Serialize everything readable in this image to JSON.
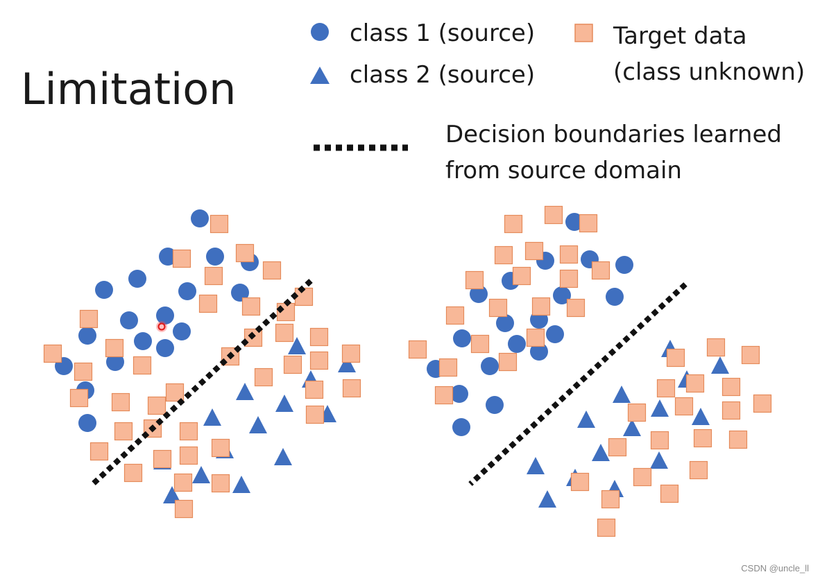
{
  "title": "Limitation",
  "legend": {
    "class1": "class 1 (source)",
    "class2": "class 2 (source)",
    "target_line1": "Target data",
    "target_line2": "(class unknown)",
    "boundary_line1": "Decision boundaries learned",
    "boundary_line2": "from source domain"
  },
  "watermark": "CSDN @uncle_ll",
  "colors": {
    "source": "#3f6fbf",
    "target_fill": "#f8b898",
    "target_stroke": "#e58a5a",
    "boundary": "#111111",
    "cursor": "#e02020"
  },
  "icons": {
    "class1": "circle",
    "class2": "triangle",
    "target": "square",
    "boundary": "dotted-line"
  }
}
